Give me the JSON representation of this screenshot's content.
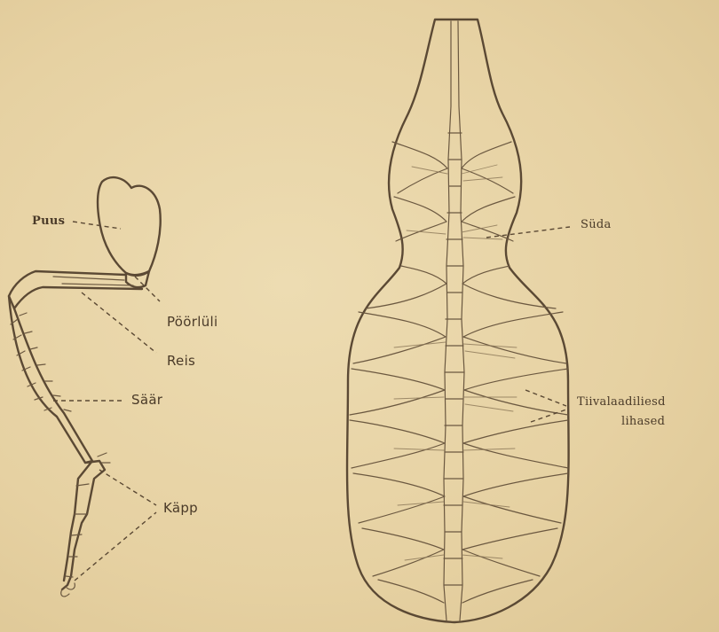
{
  "labels": {
    "puus": "Puus",
    "poorluli": "Pöörlüli",
    "reis": "Reis",
    "saar": "Säär",
    "kapp": "Käpp",
    "suda": "Süda",
    "tiivalaadilised_line1": "Tiivalaadiliesd",
    "tiivalaadilised_line2": "lihased"
  },
  "colors": {
    "paper": "#e8d5a8",
    "ink": "#5b4934"
  }
}
